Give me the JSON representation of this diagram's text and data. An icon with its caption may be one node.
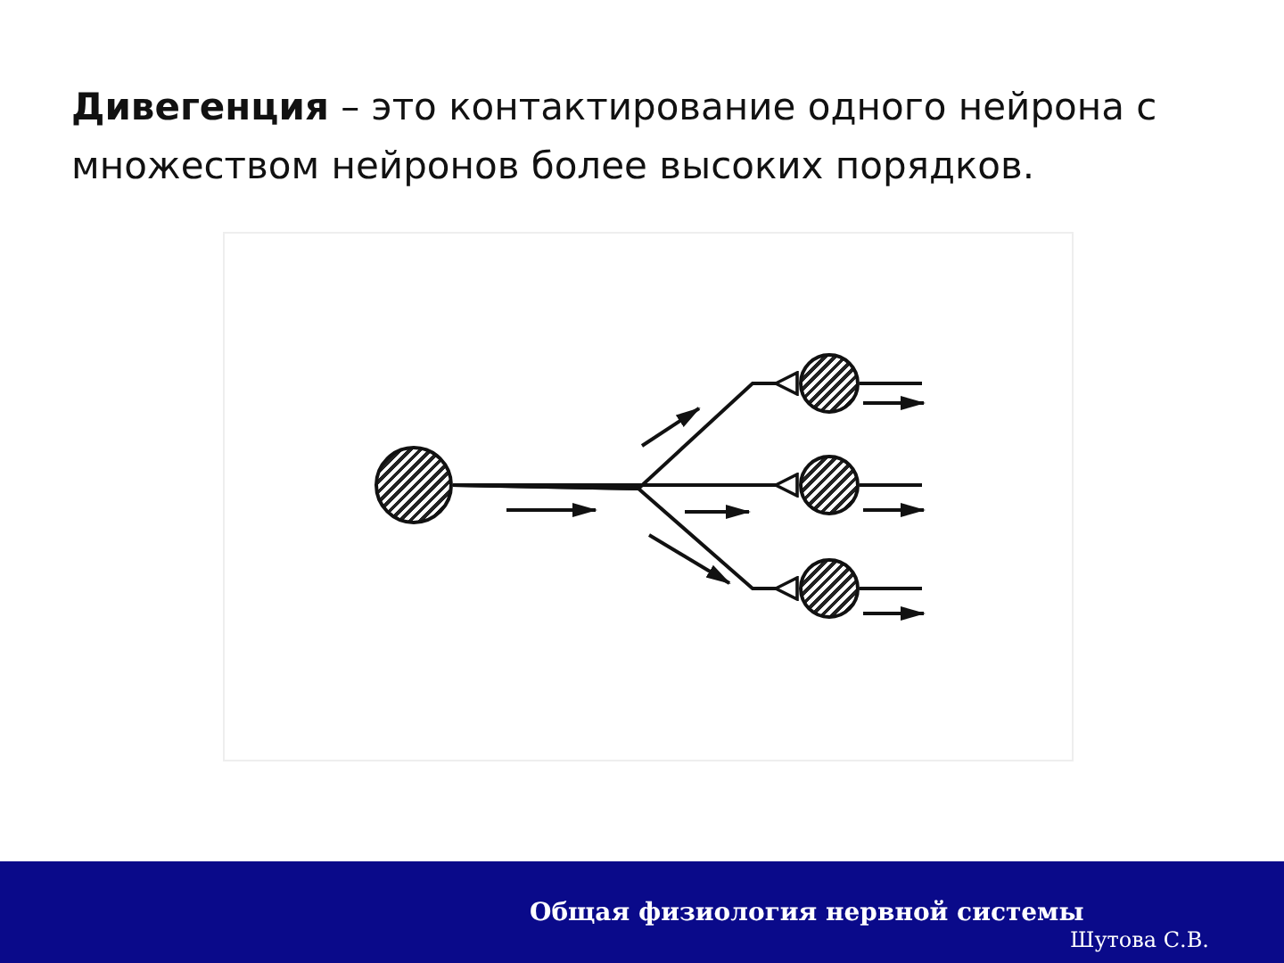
{
  "diagram": {
    "title": "**Дивегенция** – это контактирование одного нейрона с множеством нейронов более высоких порядков.",
    "nodes": [
      {
        "text": [],
        "shape": "circle"
      },
      {
        "text": [],
        "shape": "circle"
      },
      {
        "text": [],
        "shape": "circle"
      },
      {
        "text": [],
        "shape": "circle"
      }
    ],
    "edges": [
      {
        "from": 0,
        "to": 1,
        "arrow": "other"
      },
      {
        "from": 0,
        "to": 2,
        "arrow": "other"
      },
      {
        "from": 0,
        "to": 3,
        "arrow": "other"
      },
      {
        "from": 1,
        "to": null,
        "arrow": "none"
      },
      {
        "from": 2,
        "to": null,
        "arrow": "none"
      },
      {
        "from": 3,
        "to": null,
        "arrow": "none"
      }
    ],
    "labels": [
      "Общая физиология нервной системы",
      "Шутова С.В."
    ]
  }
}
